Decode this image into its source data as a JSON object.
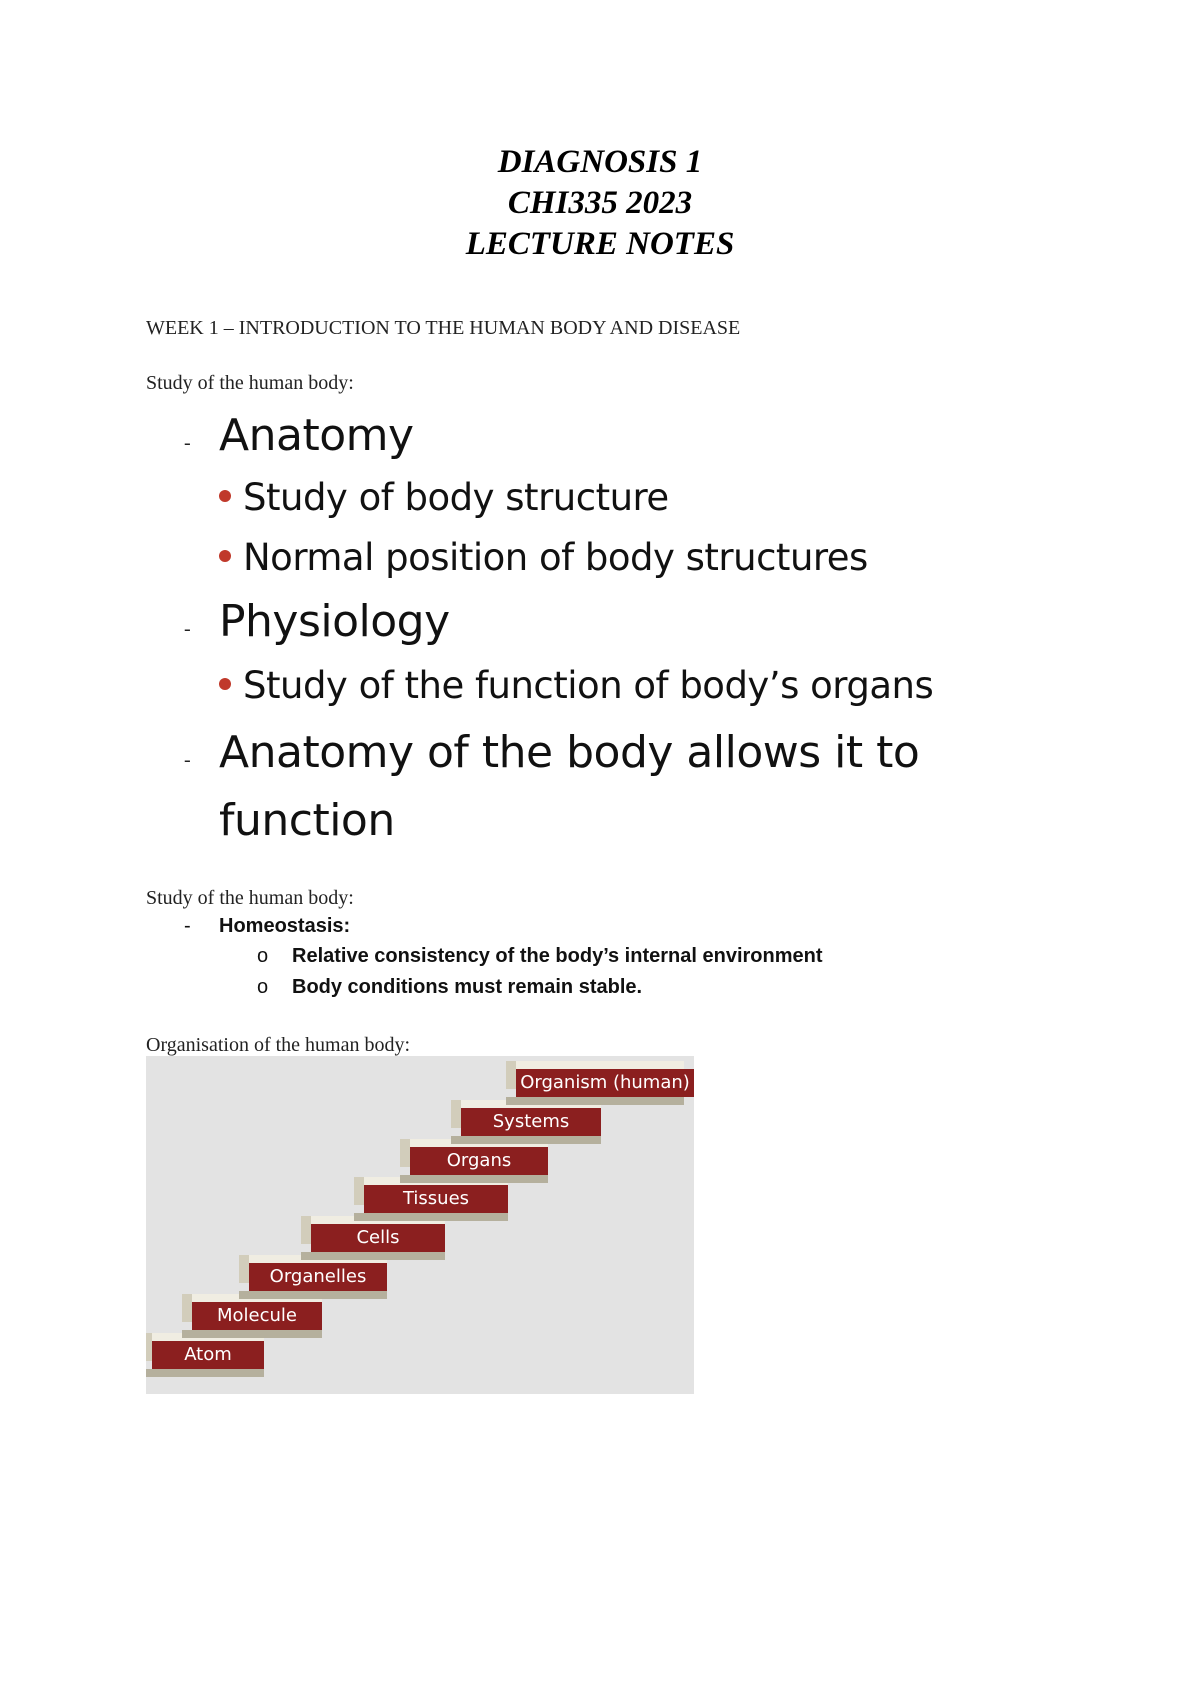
{
  "header": {
    "line1": "DIAGNOSIS 1",
    "line2": "CHI335 2023",
    "line3": "LECTURE NOTES"
  },
  "week_heading": "WEEK 1 – INTRODUCTION TO THE HUMAN BODY AND DISEASE",
  "section1": {
    "label": "Study of the human body:",
    "dash": "-",
    "items": [
      {
        "heading": "Anatomy",
        "bullets": [
          "Study of body structure",
          "Normal position of body structures"
        ]
      },
      {
        "heading": "Physiology",
        "bullets": [
          "Study of the function of body’s organs"
        ]
      },
      {
        "heading": "Anatomy of the body allows it to",
        "heading_cont": "function",
        "bullets": []
      }
    ]
  },
  "section2": {
    "label": "Study of the human body:",
    "dash": "-",
    "term": "Homeostasis:",
    "sub_marker": "o",
    "points": [
      "Relative consistency of the body’s internal environment",
      "Body conditions must remain stable."
    ]
  },
  "section3": {
    "label": "Organisation of the human body:",
    "steps": [
      "Atom",
      "Molecule",
      "Organelles",
      "Cells",
      "Tissues",
      "Organs",
      "Systems",
      "Organism (human)"
    ],
    "colors": {
      "step": "#8b1f1f",
      "bullet": "#c0392b",
      "background": "#e3e3e3"
    }
  }
}
